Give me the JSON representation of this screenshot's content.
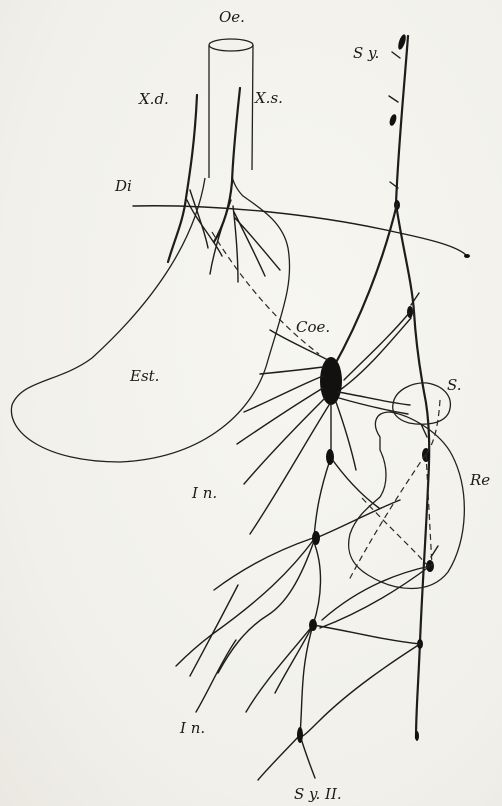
{
  "labels": {
    "oe": "Oe.",
    "xd": "X.d.",
    "xs": "X.s.",
    "di": "Di",
    "sy": "S y.",
    "coe": "Coe.",
    "est": "Est.",
    "s": "S.",
    "re": "Re",
    "in_upper": "I n.",
    "in_lower": "I n.",
    "sy_ii": "S y. II."
  }
}
